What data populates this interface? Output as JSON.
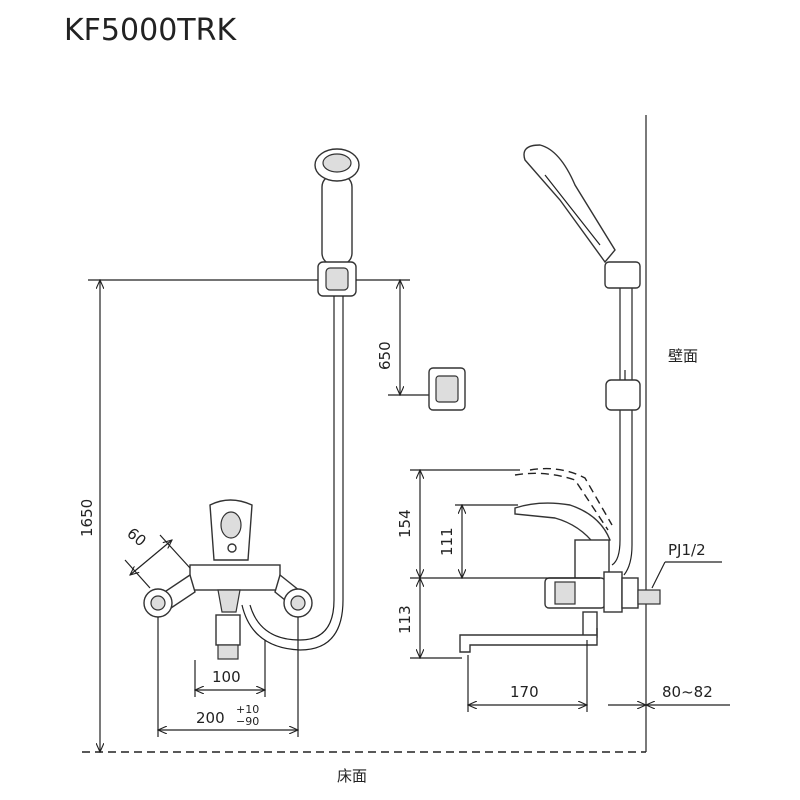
{
  "title": "KF5000TRK",
  "labels": {
    "wall": "壁面",
    "floor": "床面",
    "thread": "PJ1/2"
  },
  "dimensions": {
    "total_height": "1650",
    "holder_offset": "650",
    "handle_angle_offset": "60",
    "inner_width": "100",
    "pitch": "200",
    "pitch_tol_plus": "+10",
    "pitch_tol_minus": "−90",
    "lever_height": "154",
    "lever_height_inner": "111",
    "spout_height": "113",
    "spout_reach": "170",
    "wall_offset": "80~82"
  }
}
